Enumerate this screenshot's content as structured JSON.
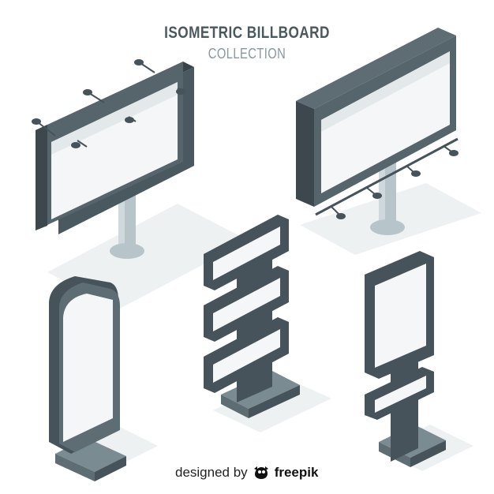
{
  "header": {
    "title": "ISOMETRIC BILLBOARD",
    "subtitle": "COLLECTION"
  },
  "credit": {
    "prefix": "designed by",
    "brand": "freepik",
    "logo_icon": "freepik-logo-icon"
  },
  "colors": {
    "frame_dark": "#46535a",
    "frame_mid": "#5e6d74",
    "frame_light": "#7b8b92",
    "screen": "#f3f5f6",
    "pole": "#b4c1c7",
    "shadow": "#edf0f1",
    "text_title": "#4a5860",
    "text_subtitle": "#8a969c"
  }
}
